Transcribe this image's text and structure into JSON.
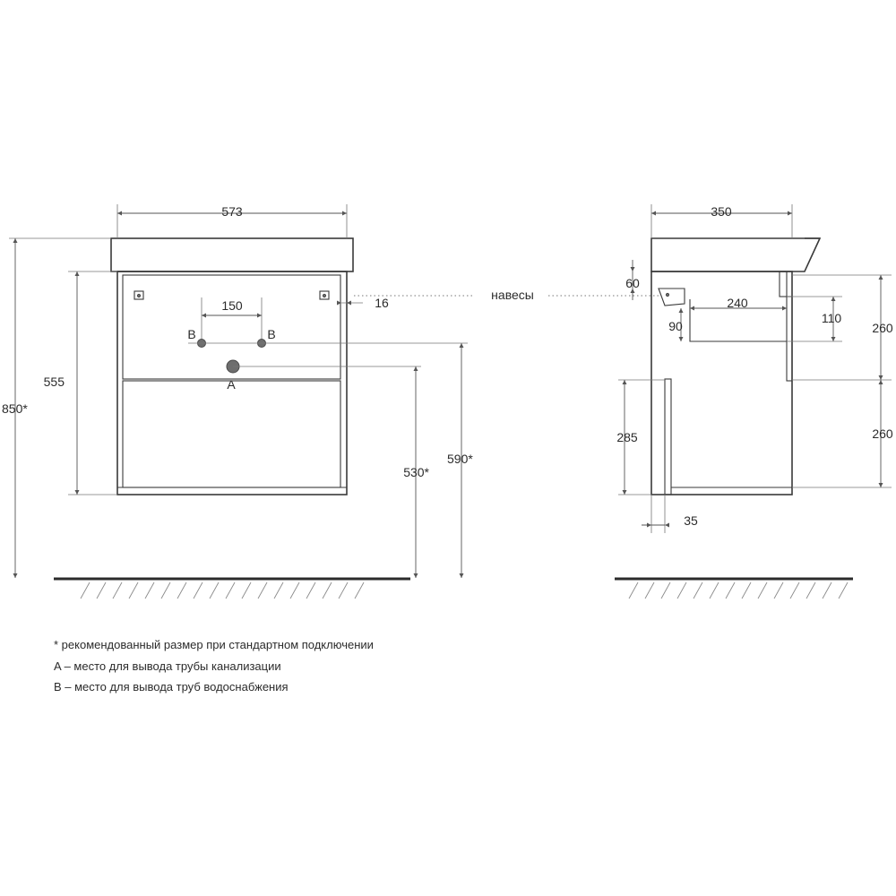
{
  "front_view": {
    "dims": {
      "width_top": "573",
      "pipe_spacing": "150",
      "hinge_offset": "16",
      "body_height": "555",
      "total_height": "850*",
      "outlet_a_height": "530*",
      "outlet_b_height": "590*"
    },
    "labels": {
      "pipe_b_left": "B",
      "pipe_b_right": "B",
      "pipe_a": "A"
    }
  },
  "side_view": {
    "dims": {
      "depth_top": "350",
      "hinge_height": "60",
      "shelf_depth": "240",
      "shelf_top": "110",
      "shelf_height": "90",
      "upper_section": "260",
      "lower_section": "260",
      "lower_height": "285",
      "lower_offset": "35"
    }
  },
  "callouts": {
    "hinges": "навесы"
  },
  "notes": [
    "* рекомендованный размер при стандартном подключении",
    "A – место для вывода трубы канализации",
    "B – место для вывода труб водоснабжения"
  ]
}
